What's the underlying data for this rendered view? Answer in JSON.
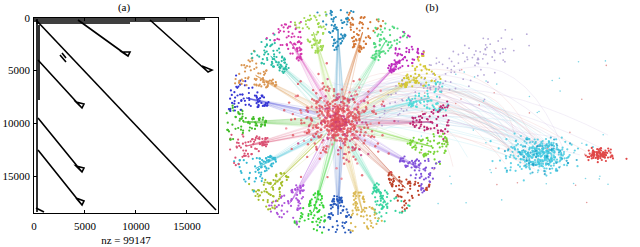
{
  "diagram": {
    "labels": [
      "(a)",
      "(b)",
      "0",
      "5000",
      "10000",
      "15000",
      "0",
      "5000",
      "10000",
      "15000",
      "nz = 99147"
    ]
  }
}
